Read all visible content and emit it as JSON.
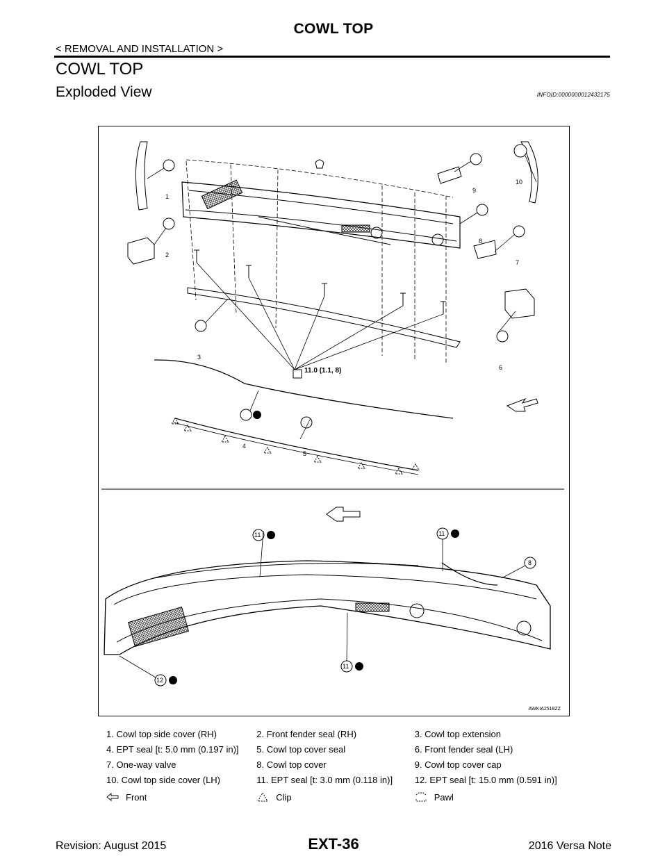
{
  "header": {
    "running_title": "COWL TOP",
    "breadcrumb": "< REMOVAL AND INSTALLATION >",
    "section_title": "COWL TOP",
    "subsection_title": "Exploded View",
    "info_id": "INFOID:0000000012432175"
  },
  "figure": {
    "callouts": [
      "1",
      "2",
      "3",
      "4",
      "5",
      "6",
      "7",
      "8",
      "9",
      "10"
    ],
    "torque_spec": "11.0 (1.1, 8)",
    "detail_callouts": [
      "11",
      "11",
      "11",
      "8",
      "12"
    ],
    "figure_code": "AWKIA2518ZZ"
  },
  "legend": {
    "rows": [
      [
        "1.   Cowl top side cover (RH)",
        "2.   Front fender seal (RH)",
        "3.   Cowl top extension"
      ],
      [
        "4.   EPT seal [t: 5.0 mm (0.197 in)]",
        "5.   Cowl top cover seal",
        "6.   Front fender seal (LH)"
      ],
      [
        "7.   One-way valve",
        "8.   Cowl top cover",
        "9.   Cowl top cover cap"
      ],
      [
        "10.  Cowl top side cover (LH)",
        "11.  EPT seal [t: 3.0 mm (0.118 in)]",
        "12.  EPT seal [t: 15.0 mm (0.591 in)]"
      ]
    ],
    "symbols": {
      "front": "Front",
      "clip": "Clip",
      "pawl": "Pawl"
    }
  },
  "footer": {
    "revision": "Revision: August 2015",
    "page": "EXT-36",
    "model": "2016 Versa Note"
  }
}
